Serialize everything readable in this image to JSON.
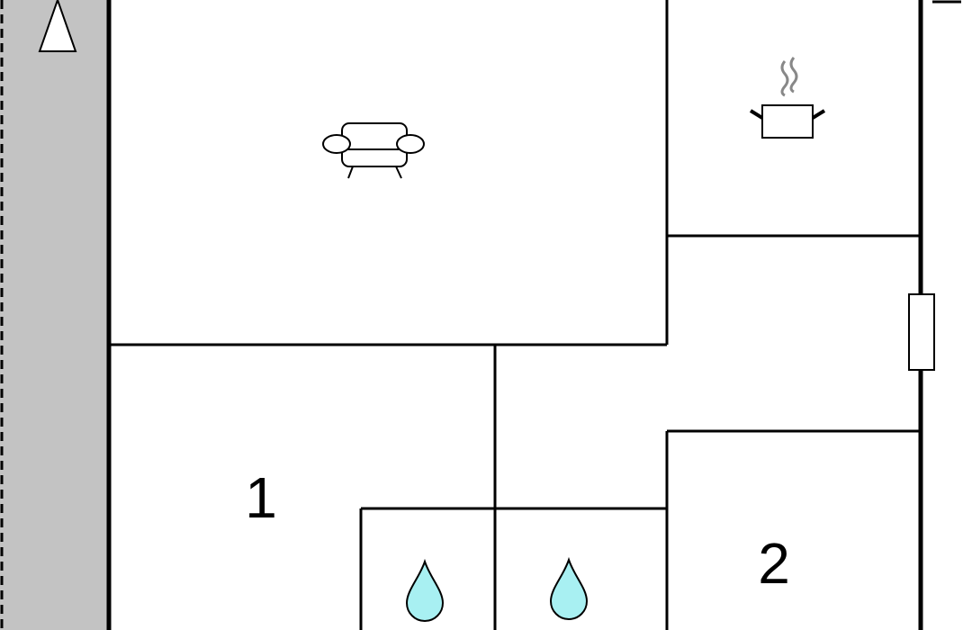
{
  "floor_plan": {
    "rooms": [
      {
        "id": "bedroom-1",
        "label": "1"
      },
      {
        "id": "bedroom-2",
        "label": "2"
      }
    ],
    "icons": [
      {
        "id": "sofa",
        "name": "sofa-icon",
        "meaning": "living room"
      },
      {
        "id": "pot",
        "name": "cooking-pot-icon",
        "meaning": "kitchen"
      },
      {
        "id": "drop1",
        "name": "water-drop-icon",
        "meaning": "bathroom"
      },
      {
        "id": "drop2",
        "name": "water-drop-icon",
        "meaning": "bathroom"
      },
      {
        "id": "north",
        "name": "north-arrow-icon",
        "meaning": "orientation"
      }
    ],
    "colors": {
      "wall": "#000000",
      "terrace": "#c3c3c3",
      "water": "#a8f0f2",
      "steam": "#888888"
    }
  }
}
